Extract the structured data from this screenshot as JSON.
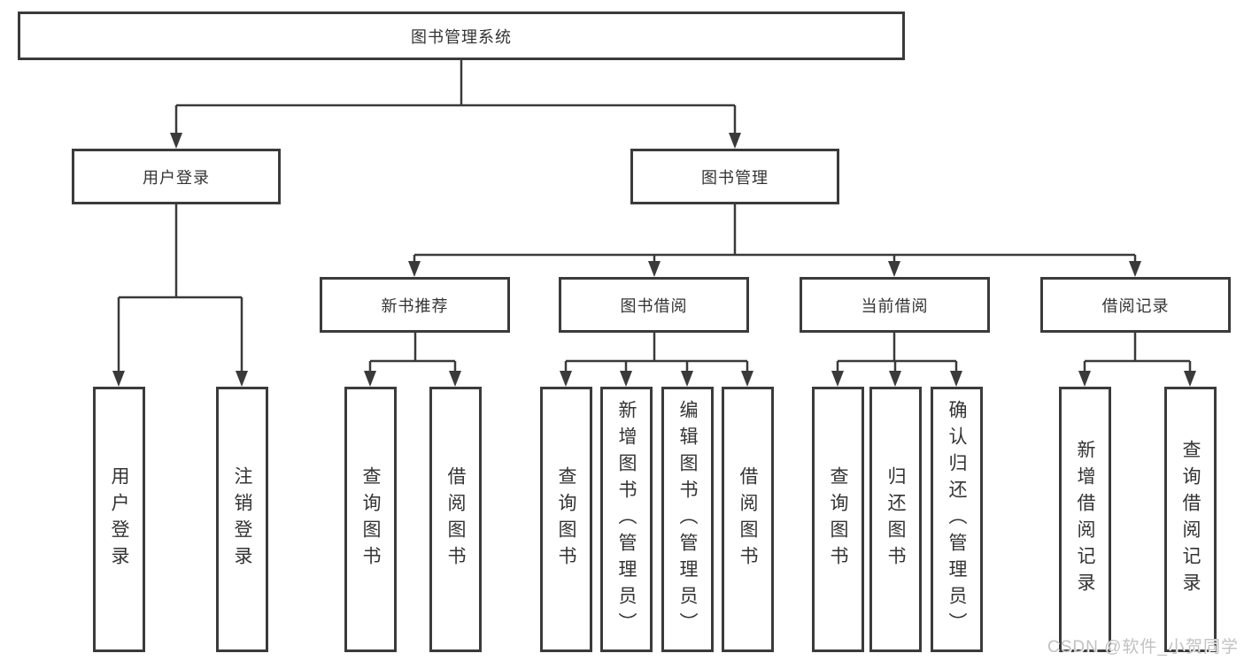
{
  "tree": {
    "root": {
      "label": "图书管理系统"
    },
    "branches": [
      {
        "label": "用户登录",
        "children": [
          {
            "label": "用户登录"
          },
          {
            "label": "注销登录"
          }
        ]
      },
      {
        "label": "图书管理",
        "children": [
          {
            "label": "新书推荐",
            "children": [
              {
                "label": "查询图书"
              },
              {
                "label": "借阅图书"
              }
            ]
          },
          {
            "label": "图书借阅",
            "children": [
              {
                "label": "查询图书"
              },
              {
                "label": "新增图书（管理员）"
              },
              {
                "label": "编辑图书（管理员）"
              },
              {
                "label": "借阅图书"
              }
            ]
          },
          {
            "label": "当前借阅",
            "children": [
              {
                "label": "查询图书"
              },
              {
                "label": "归还图书"
              },
              {
                "label": "确认归还（管理员）"
              }
            ]
          },
          {
            "label": "借阅记录",
            "children": [
              {
                "label": "新增借阅记录"
              },
              {
                "label": "查询借阅记录"
              }
            ]
          }
        ]
      }
    ]
  },
  "watermark": {
    "text": "CSDN @软件_小贺同学"
  },
  "colors": {
    "border": "#3b3b3b",
    "line": "#3a3a3a",
    "text": "#333333",
    "watermark": "#c2c2c2",
    "background": "#ffffff"
  }
}
